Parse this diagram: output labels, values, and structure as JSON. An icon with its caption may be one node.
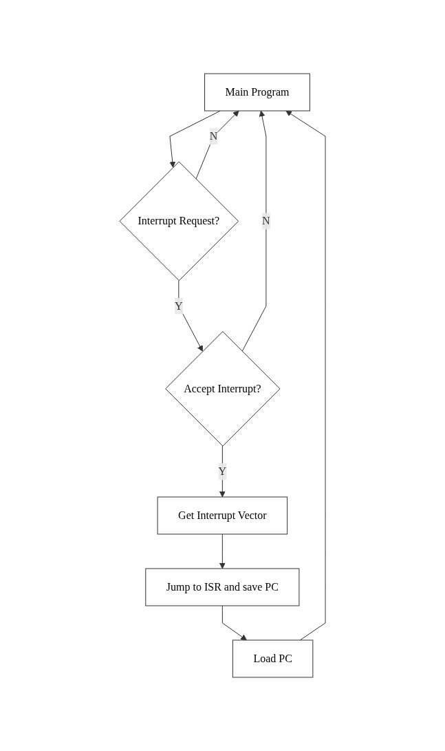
{
  "diagram": {
    "nodes": [
      {
        "text": [
          "Main Program"
        ]
      },
      {
        "text": [
          "Interrupt Request?"
        ]
      },
      {
        "text": [
          "Accept Interrupt?"
        ]
      },
      {
        "text": [
          "Get Interrupt Vector"
        ]
      },
      {
        "text": [
          "Jump to ISR and save PC"
        ]
      },
      {
        "text": [
          "Load PC"
        ]
      }
    ],
    "edges": [
      {
        "from": 0,
        "to": 1,
        "arrow": "to"
      },
      {
        "from": 1,
        "to": 0,
        "arrow": "to",
        "label": "N"
      },
      {
        "from": 1,
        "to": 2,
        "arrow": "to",
        "label": "Y"
      },
      {
        "from": 2,
        "to": 0,
        "arrow": "to",
        "label": "N"
      },
      {
        "from": 2,
        "to": 3,
        "arrow": "to",
        "label": "Y"
      },
      {
        "from": 3,
        "to": 4,
        "arrow": "to"
      },
      {
        "from": 4,
        "to": 5,
        "arrow": "to"
      },
      {
        "from": 5,
        "to": 0,
        "arrow": "to"
      }
    ]
  }
}
